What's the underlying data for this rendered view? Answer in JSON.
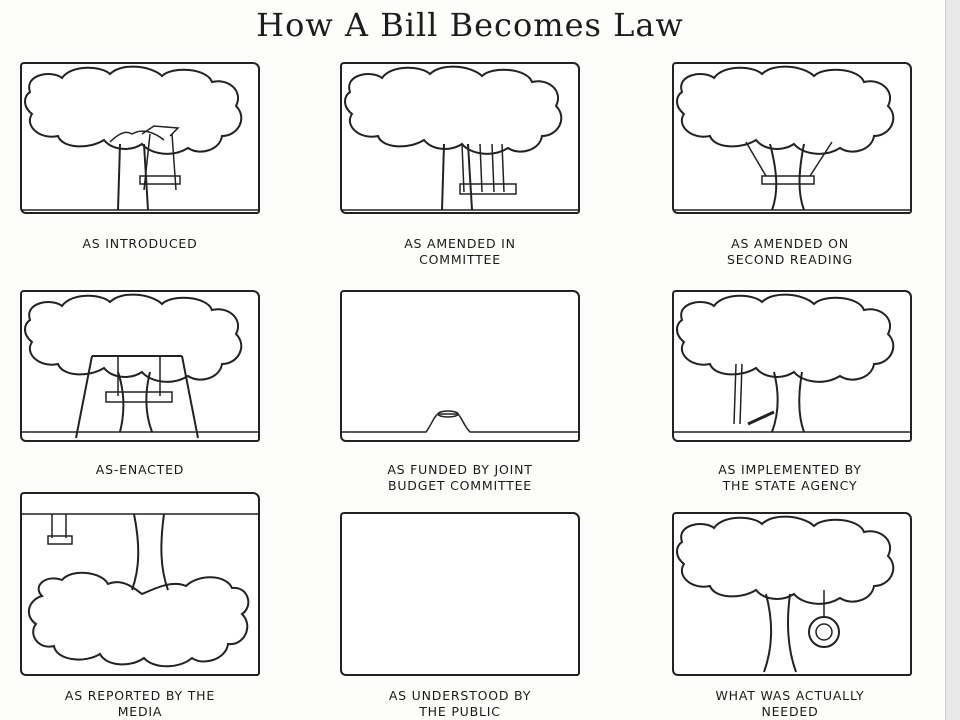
{
  "title": "How A Bill Becomes Law",
  "panels": [
    {
      "caption_line1": "As Introduced",
      "caption_line2": "",
      "scene": "swing-on-branch"
    },
    {
      "caption_line1": "As Amended In",
      "caption_line2": "Committee",
      "scene": "tall-swing-under-branch"
    },
    {
      "caption_line1": "As Amended On",
      "caption_line2": "Second Reading",
      "scene": "swing-through-trunk"
    },
    {
      "caption_line1": "As-Enacted",
      "caption_line2": "",
      "scene": "swing-with-frame"
    },
    {
      "caption_line1": "As Funded By Joint",
      "caption_line2": "Budget Committee",
      "scene": "stump"
    },
    {
      "caption_line1": "As Implemented By",
      "caption_line2": "The State Agency",
      "scene": "fallen-swing"
    },
    {
      "caption_line1": "As Reported By The",
      "caption_line2": "Media",
      "scene": "upside-down-tree"
    },
    {
      "caption_line1": "As Understood By",
      "caption_line2": "The Public",
      "scene": "empty"
    },
    {
      "caption_line1": "What Was Actually",
      "caption_line2": "Needed",
      "scene": "tire-swing"
    }
  ]
}
